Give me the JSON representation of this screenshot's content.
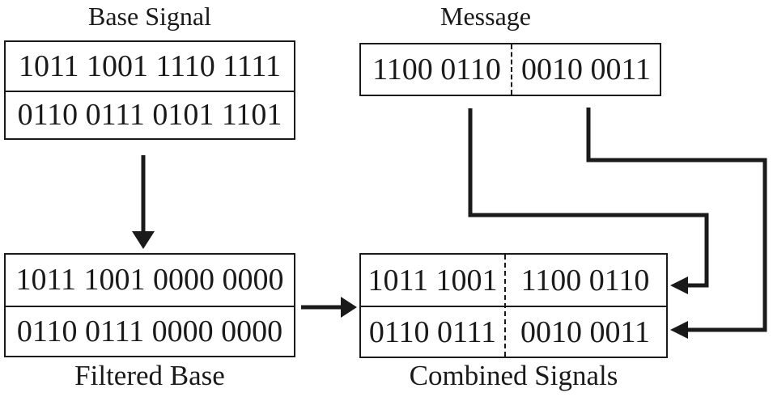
{
  "diagram": {
    "colors": {
      "line": "#1a1a1a",
      "background": "#ffffff"
    },
    "base_signal": {
      "title": "Base Signal",
      "rows": [
        "1011 1001 1110 1111",
        "0110 0111 0101 1101"
      ]
    },
    "message": {
      "title": "Message",
      "segments": [
        "1100 0110",
        "0010 0011"
      ]
    },
    "filtered_base": {
      "label": "Filtered Base",
      "rows": [
        "1011 1001 0000 0000",
        "0110 0111 0000 0000"
      ]
    },
    "combined_signals": {
      "label": "Combined Signals",
      "rows": [
        {
          "left": "1011 1001",
          "right": "1100 0110"
        },
        {
          "left": "0110 0111",
          "right": "0010 0011"
        }
      ]
    },
    "connections": [
      {
        "from": "base_signal",
        "to": "filtered_base"
      },
      {
        "from": "filtered_base",
        "to": "combined_signals"
      },
      {
        "from": "message.segment_1",
        "to": "combined_signals.row_1"
      },
      {
        "from": "message.segment_2",
        "to": "combined_signals.row_2"
      }
    ]
  }
}
